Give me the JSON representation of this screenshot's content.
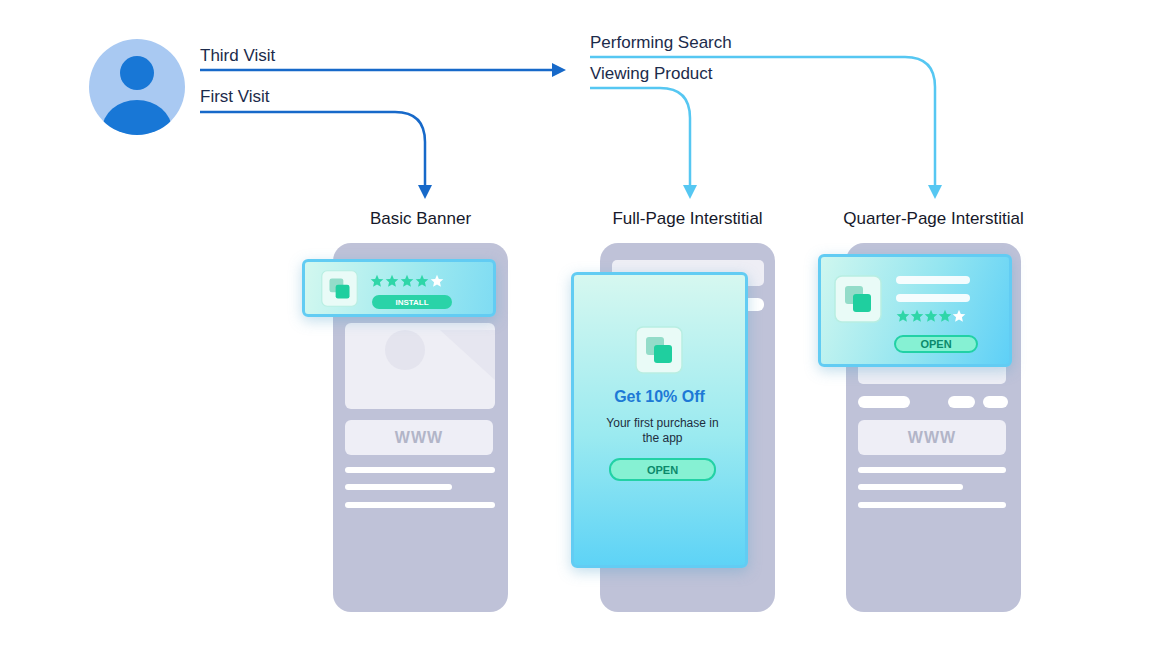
{
  "diagram": {
    "nodes": [
      {
        "text": [
          "Basic Banner"
        ]
      },
      {
        "text": [
          "INSTALL"
        ],
        "in": 0
      },
      {
        "text": [
          "WWW"
        ],
        "in": 0
      },
      {
        "text": [
          "Full-Page Interstitial"
        ]
      },
      {
        "text": [
          "Get 10% Off",
          "Your first purchase in the app",
          "OPEN"
        ],
        "in": 3
      },
      {
        "text": [
          "Quarter-Page Interstitial"
        ]
      },
      {
        "text": [
          "OPEN"
        ],
        "in": 5
      },
      {
        "text": [
          "WWW"
        ],
        "in": 5
      }
    ],
    "labels": [
      "Third Visit",
      "First Visit",
      "Performing Search",
      "Viewing Product"
    ]
  }
}
